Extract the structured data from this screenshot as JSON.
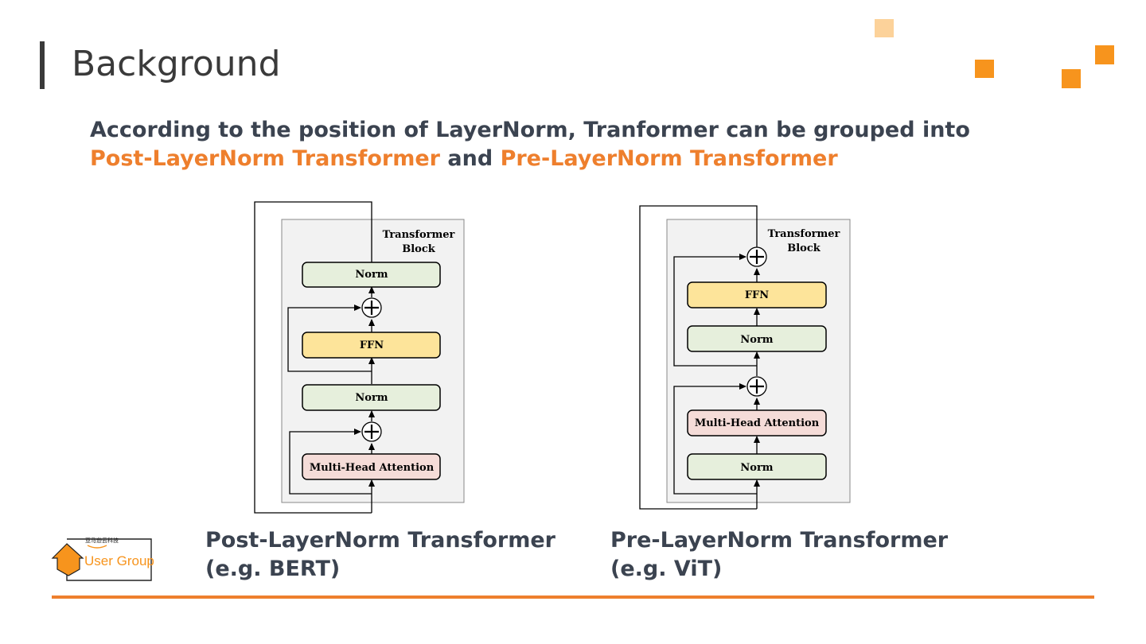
{
  "slide": {
    "title": "Background",
    "lead_line1": "According to the position of LayerNorm, Tranformer can be grouped into",
    "lead_post": "Post-LayerNorm Transformer",
    "lead_and": " and ",
    "lead_pre": "Pre-LayerNorm Transformer"
  },
  "post_diagram": {
    "block_title_1": "Transformer",
    "block_title_2": "Block",
    "norm_top": "Norm",
    "ffn": "FFN",
    "norm_mid": "Norm",
    "attention": "Multi-Head Attention",
    "caption_1": "Post-LayerNorm Transformer",
    "caption_2": "(e.g. BERT)"
  },
  "pre_diagram": {
    "block_title_1": "Transformer",
    "block_title_2": "Block",
    "ffn": "FFN",
    "norm_upper": "Norm",
    "attention": "Multi-Head Attention",
    "norm_lower": "Norm",
    "caption_1": "Pre-LayerNorm Transformer",
    "caption_2": "(e.g. ViT)"
  },
  "logo": {
    "top_text": "亚马逊云科技",
    "name": "User Group"
  },
  "colors": {
    "accent": "#ee7f2d",
    "norm_fill": "#e6efdc",
    "ffn_fill": "#fde49a",
    "attention_fill": "#f5dcd8",
    "block_bg": "#f2f2f2"
  }
}
